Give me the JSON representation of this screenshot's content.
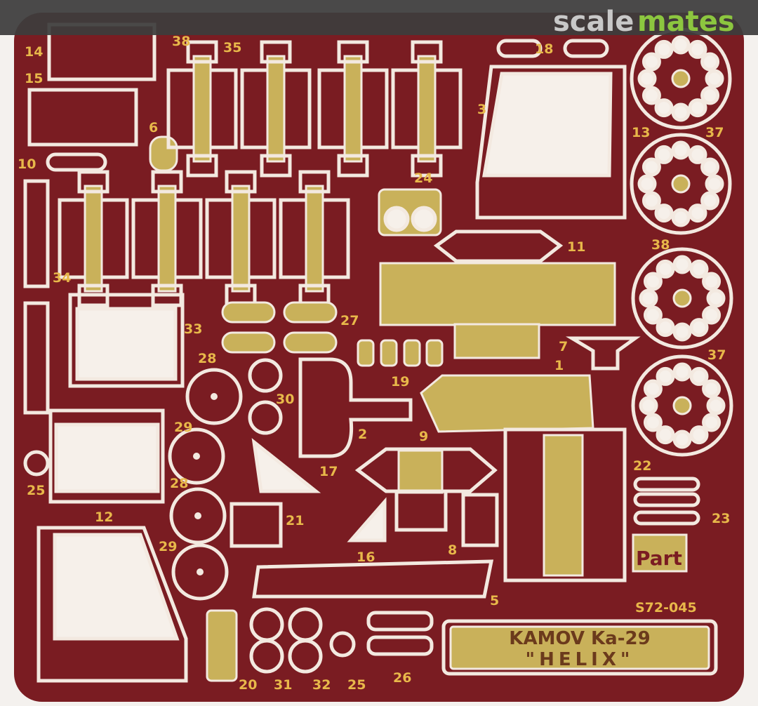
{
  "watermark": {
    "part1": "scale",
    "part2": "mates",
    "color1": "#c8c8c8",
    "color2": "#8cc63f"
  },
  "fret": {
    "base_color": "#7a1c22",
    "outline_color": "#f3e9e0",
    "brass_color": "#c9b15a"
  },
  "nameplate": {
    "line1": "KAMOV Ka-29",
    "line2": "\"HELIX\""
  },
  "logo": {
    "text": "Part"
  },
  "catalog_number": "S72-045",
  "labels": [
    "14",
    "15",
    "35",
    "38",
    "18",
    "3",
    "6",
    "10",
    "24",
    "13",
    "37",
    "11",
    "38",
    "34",
    "33",
    "27",
    "28",
    "19",
    "30",
    "7",
    "37",
    "1",
    "2",
    "9",
    "29",
    "17",
    "25",
    "28",
    "12",
    "21",
    "22",
    "23",
    "16",
    "8",
    "29",
    "5",
    "20",
    "31",
    "32",
    "25",
    "26"
  ]
}
